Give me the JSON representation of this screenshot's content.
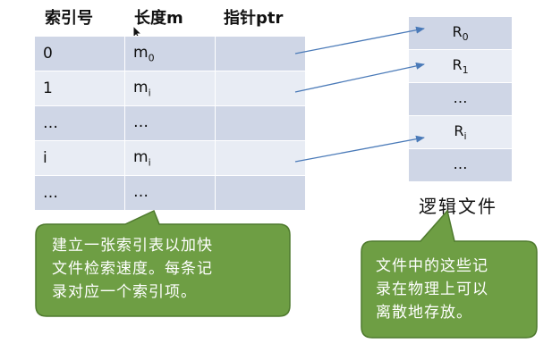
{
  "index_table": {
    "headers": [
      "索引号",
      "长度m",
      "指针ptr"
    ],
    "rows": [
      {
        "index": "0",
        "length_base": "m",
        "length_sub": "0"
      },
      {
        "index": "1",
        "length_base": "m",
        "length_sub": "i"
      },
      {
        "index": "…",
        "length_base": "…",
        "length_sub": ""
      },
      {
        "index": "i",
        "length_base": "m",
        "length_sub": "i"
      },
      {
        "index": "…",
        "length_base": "…",
        "length_sub": ""
      }
    ]
  },
  "logical_file": {
    "records": [
      {
        "base": "R",
        "sub": "0"
      },
      {
        "base": "R",
        "sub": "1"
      },
      {
        "base": "…",
        "sub": ""
      },
      {
        "base": "R",
        "sub": "i"
      },
      {
        "base": "…",
        "sub": ""
      }
    ],
    "label": "逻辑文件"
  },
  "callout_left": {
    "lines": [
      "建立一张索引表以加快",
      "文件检索速度。每条记",
      "录对应一个索引项。"
    ]
  },
  "callout_right": {
    "lines": [
      "文件中的这些记",
      "录在物理上可以",
      "离散地存放。"
    ]
  },
  "colors": {
    "table_dark": "#cfd6e6",
    "table_light": "#e8ecf4",
    "arrow": "#4a7ab8",
    "callout_fill": "#6e9e44",
    "callout_border": "#4f7a2e"
  }
}
